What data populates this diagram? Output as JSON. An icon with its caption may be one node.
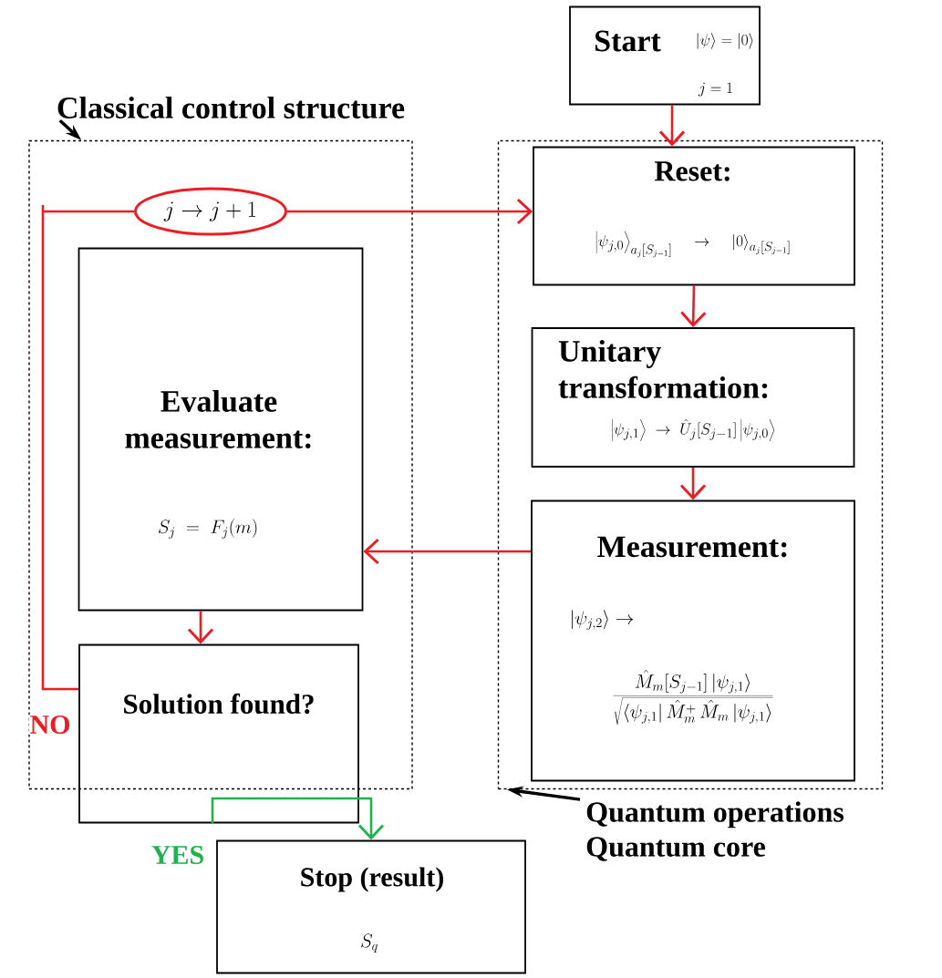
{
  "diagram": {
    "nodes": [
      {
        "text": [
          "Start",
          "|\\psi\\rangle = |0\\rangle",
          "j = 1"
        ]
      },
      {
        "text": [
          "Classical control structure"
        ]
      },
      {
        "text": [],
        "shape": "box"
      },
      {
        "text": [
          "j \\to j+1"
        ],
        "in": 2
      },
      {
        "text": [
          "Evaluate measurement:",
          "S_j \\;=\\; F_j(m)"
        ],
        "in": 2
      },
      {
        "text": [
          "Solution found?"
        ]
      },
      {
        "text": [],
        "shape": "box"
      },
      {
        "text": [
          "Reset:",
          "\\left|\\psi_{j,0}\\right\\rangle_{a_j[S_{j-1}]} \\quad\\to\\quad \\left|0\\right\\rangle_{a_j[S_{j-1}]}"
        ],
        "in": 6
      },
      {
        "text": [
          "Unitary transformation:",
          "\\left|\\psi_{j,1}\\right\\rangle \\;\\to\\; \\hat{U}_j[S_{j-1}]\\left|\\psi_{j,0}\\right\\rangle"
        ],
        "in": 6
      },
      {
        "text": [
          "Measurement:",
          "\\left|\\psi_{j,2}\\right\\rangle \\to",
          "\\frac{\\hat{M}_m[S_{j-1}]\\left|\\psi_{j,1}\\right\\rangle}{\\sqrt{\\left\\langle\\psi_{j,1}\\right|\\hat{M}_m^{+}\\,\\hat{M}_m\\left|\\psi_{j,1}\\right\\rangle}}"
        ],
        "in": 6
      },
      {
        "text": [
          "Quantum operations",
          "Quantum core"
        ]
      },
      {
        "text": [
          "Stop (result)",
          "S_q"
        ]
      }
    ],
    "edges": [
      {
        "from": 0,
        "to": 7,
        "arrow": "to"
      },
      {
        "from": 1,
        "to": 2,
        "arrow": "to",
        "color": "#000000"
      },
      {
        "from": 3,
        "to": 7,
        "arrow": "to"
      },
      {
        "from": 7,
        "to": 8,
        "arrow": "to"
      },
      {
        "from": 8,
        "to": 9,
        "arrow": "to"
      },
      {
        "from": 9,
        "to": 4,
        "arrow": "to"
      },
      {
        "from": 4,
        "to": 5,
        "arrow": "to"
      },
      {
        "from": 5,
        "to": 3,
        "arrow": "none",
        "label": "NO"
      },
      {
        "from": 5,
        "to": 11,
        "arrow": "to",
        "label": "YES",
        "color": "#22b14c"
      },
      {
        "from": 10,
        "to": 6,
        "arrow": "to",
        "color": "#000000"
      }
    ]
  }
}
